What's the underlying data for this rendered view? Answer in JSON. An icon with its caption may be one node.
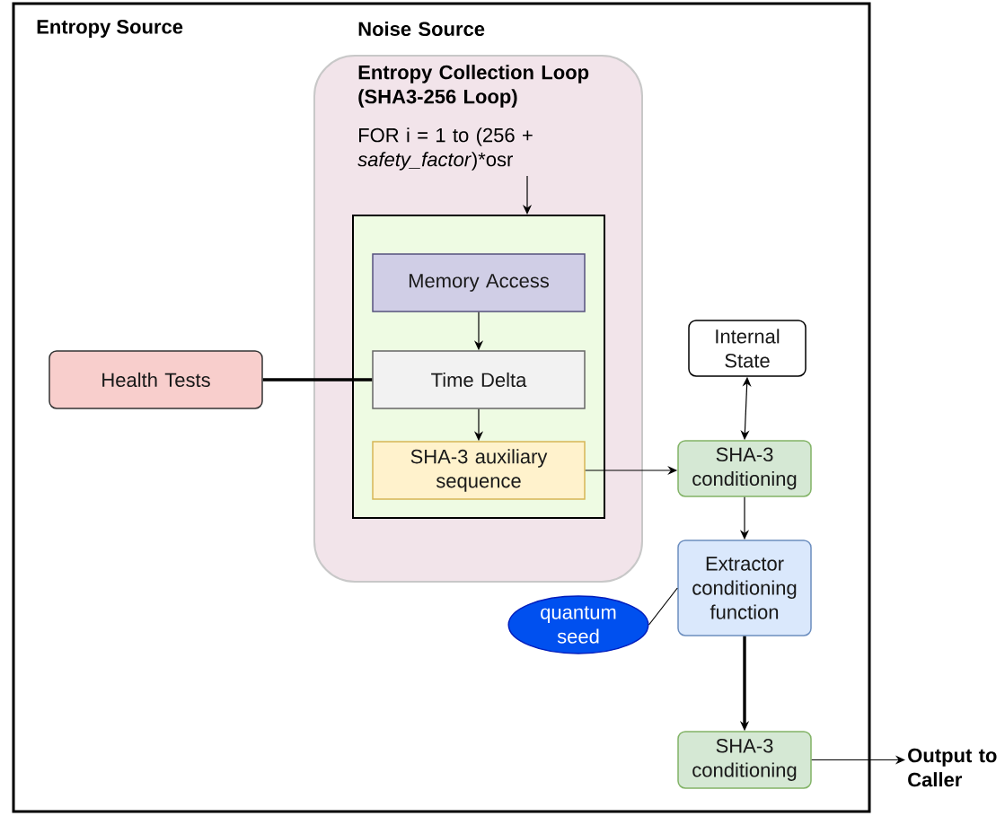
{
  "diagram": {
    "nodes": [
      {
        "text": [
          "Entropy Source"
        ]
      },
      {
        "text": [
          "Noise Source",
          "Entropy Collection Loop (SHA3-256 Loop)",
          "FOR i = 1 to (256 + *safety_factor*)*osr"
        ],
        "in": 0
      },
      {
        "text": [],
        "shape": "box",
        "in": 1
      },
      {
        "text": [
          "Memory Access"
        ],
        "in": 2
      },
      {
        "text": [
          "Time Delta"
        ],
        "in": 2
      },
      {
        "text": [
          "SHA-3 auxiliary sequence"
        ],
        "in": 2
      },
      {
        "text": [
          "Health Tests"
        ],
        "in": 0
      },
      {
        "text": [
          "Internal State"
        ],
        "in": 0
      },
      {
        "text": [
          "SHA-3 conditioning"
        ],
        "in": 0
      },
      {
        "text": [
          "Extractor conditioning function"
        ],
        "in": 0
      },
      {
        "text": [
          "quantum seed"
        ],
        "in": 0
      },
      {
        "text": [
          "SHA-3 conditioning"
        ],
        "in": 0
      },
      {
        "text": [
          "Output to Caller"
        ]
      }
    ],
    "edges": [
      {
        "from": 1,
        "to": 2,
        "arrow": "to"
      },
      {
        "from": 3,
        "to": 4,
        "arrow": "to"
      },
      {
        "from": 4,
        "to": 5,
        "arrow": "to"
      },
      {
        "from": 6,
        "to": 4,
        "arrow": "none",
        "style": "thick"
      },
      {
        "from": 5,
        "to": 8,
        "arrow": "to"
      },
      {
        "from": 7,
        "to": 8,
        "arrow": "both"
      },
      {
        "from": 8,
        "to": 9,
        "arrow": "to"
      },
      {
        "from": 10,
        "to": 9,
        "arrow": "none"
      },
      {
        "from": 9,
        "to": 11,
        "arrow": "to",
        "style": "thick"
      },
      {
        "from": 11,
        "to": 12,
        "arrow": "to"
      }
    ]
  }
}
